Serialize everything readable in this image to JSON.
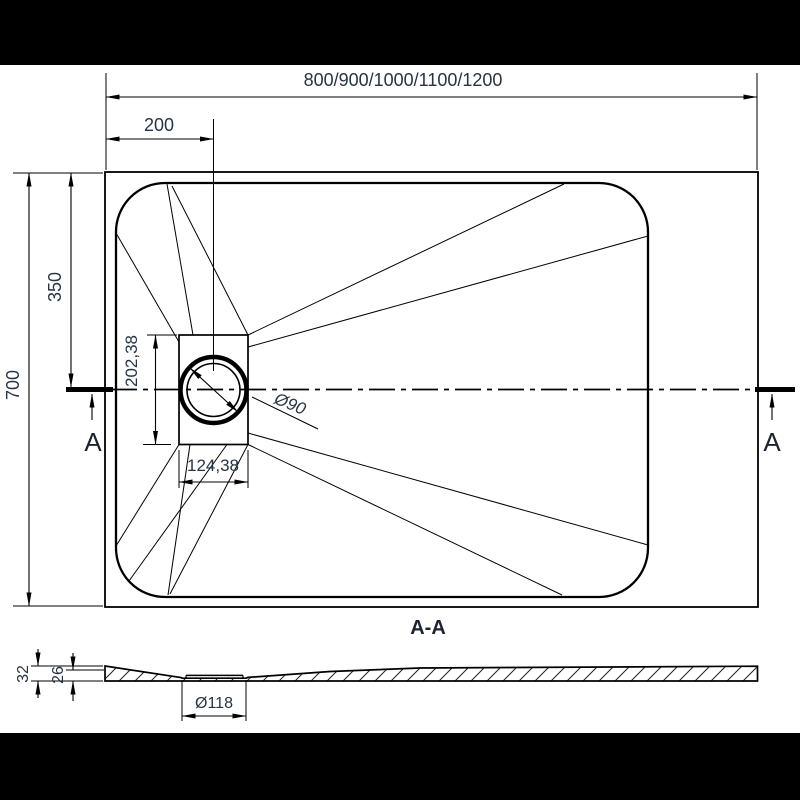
{
  "drawing": {
    "top_view": {
      "width_series_label": "800/900/1000/1100/1200",
      "drain_offset_x_label": "200",
      "depth_label": "700",
      "drain_center_y_label": "350",
      "drain_box_height_label": "202,38",
      "drain_box_width_label": "124,38",
      "drain_diameter_label": "Ø90",
      "section_marker_left": "A",
      "section_marker_right": "A"
    },
    "section_view": {
      "title": "A-A",
      "total_height_label": "32",
      "inner_height_label": "26",
      "drain_hole_diameter_label": "Ø118"
    },
    "colors": {
      "line": "#000000",
      "dimension_text": "#263445",
      "background": "#ffffff",
      "letterbox": "#000000"
    }
  }
}
